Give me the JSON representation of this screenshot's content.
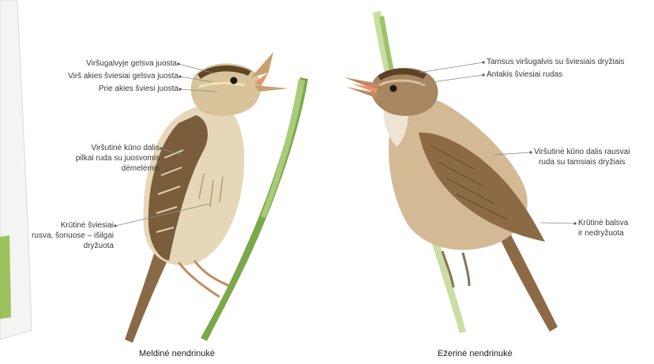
{
  "colors": {
    "reed_green": "#8fb85a",
    "reed_dark": "#5f8a3a",
    "bird_left_body": "#d9c7a3",
    "bird_left_back": "#7a5e3c",
    "bird_right_body": "#b89a72",
    "bird_right_back": "#8c6a45",
    "leader_line": "#8a8a8a"
  },
  "left_bird": {
    "caption": "Meldinė nendrinukė",
    "labels": {
      "head_stripe": "Viršugalvyje gelsva juosta",
      "eyebrow": "Virš akies šviesiai gelsva juosta",
      "lore": "Prie akies šviesi juosta",
      "upperparts_1": "Viršutinė kūno dalis",
      "upperparts_2": "pilkai ruda su juosvomis",
      "upperparts_3": "dėmelėmis",
      "breast_1": "Krūtinė šviesiai",
      "breast_2": "rusva, šonuose – išilgai",
      "breast_3": "dryžuota"
    }
  },
  "right_bird": {
    "caption": "Ežerinė nendrinukė",
    "labels": {
      "crown": "Tamsus viršugalvis su šviesiais dryžiais",
      "eyebrow": "Antakis šviesiai rudas",
      "upperparts_1": "Viršutinė kūno dalis rausvai",
      "upperparts_2": "ruda su tamsiais dryžiais",
      "breast_1": "Krūtinė balsva",
      "breast_2": "ir nedryžuota"
    }
  }
}
